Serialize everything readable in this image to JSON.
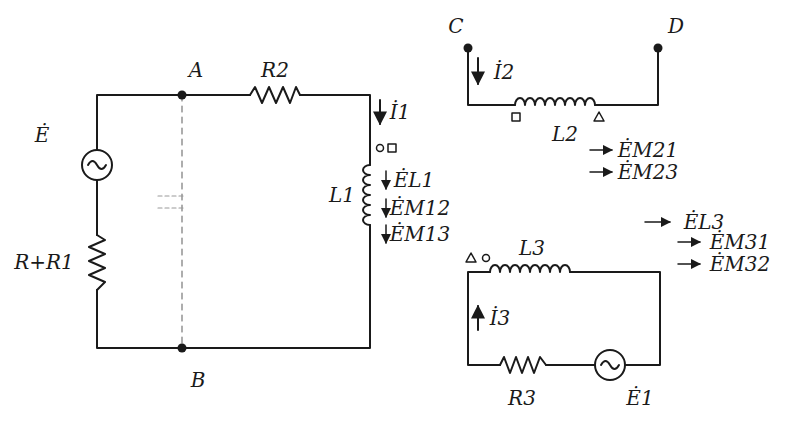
{
  "diagram": {
    "labels": [
      "A",
      "R2",
      "Ė",
      "R+R1",
      "B",
      "İ1",
      "L1",
      "ĖL1",
      "ĖM12",
      "ĖM13",
      "C",
      "D",
      "İ2",
      "L2",
      "ĖM21",
      "ĖM23",
      "L3",
      "ĖL3",
      "ĖM31",
      "ĖM32",
      "İ3",
      "R3",
      "Ė1"
    ]
  }
}
